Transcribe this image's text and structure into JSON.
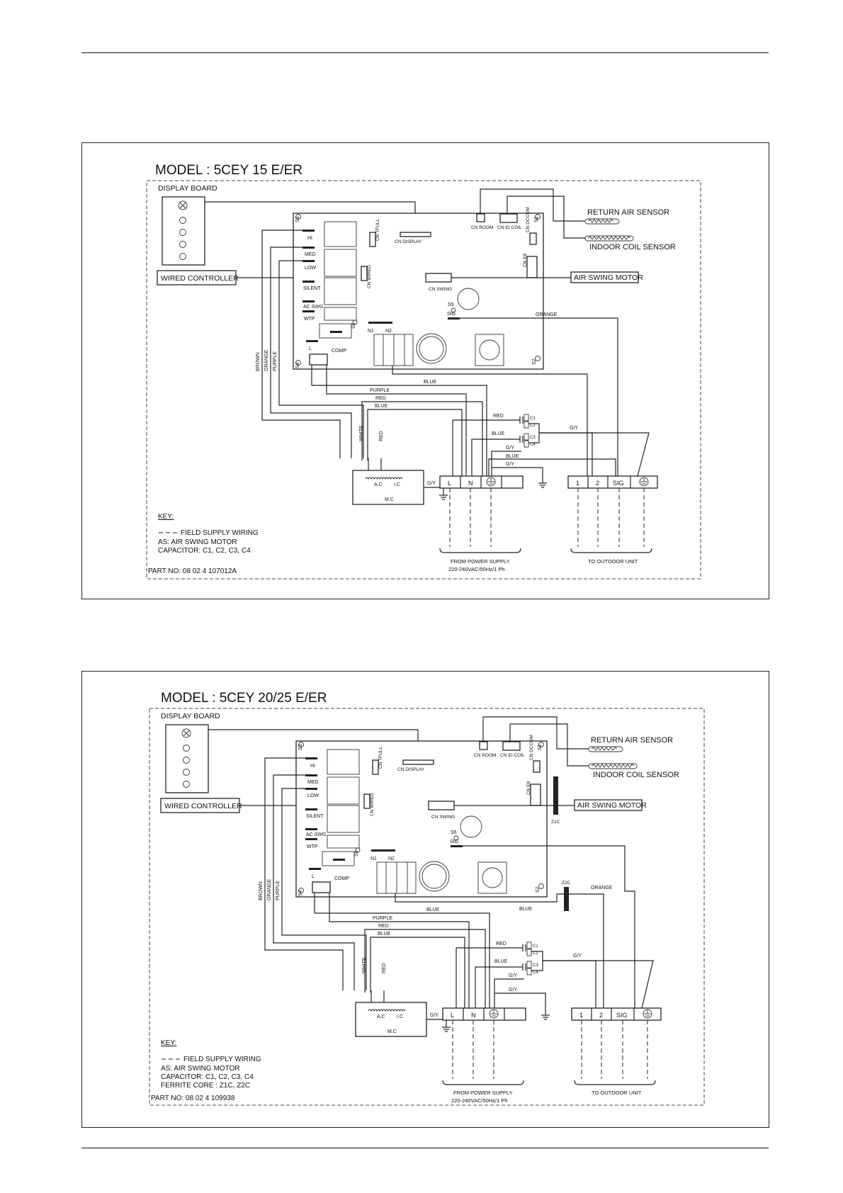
{
  "diagrams": [
    {
      "model": "MODEL : 5CEY 15 E/ER",
      "display_board": "DISPLAY BOARD",
      "wired_controller": "WIRED CONTROLLER",
      "return_air_sensor": "RETURN AIR SENSOR",
      "indoor_coil_sensor": "INDOOR COIL SENSOR",
      "air_swing_motor": "AIR SWING MOTOR",
      "pcb_labels": {
        "hi": "HI",
        "med": "MED",
        "low": "LOW",
        "silent": "SILENT",
        "ac_swg": "AC SWG",
        "wtp": "WTP",
        "comp": "COMP",
        "l": "L",
        "n1": "N1",
        "n2": "N2",
        "sig": "SIG",
        "s1": "S1",
        "s2": "S2",
        "s3": "S3",
        "s4": "S4",
        "s5": "S5",
        "s6": "S6",
        "cn_display": "CN DISPLAY",
        "cn_room": "CN ROOM",
        "cn_id_coil": "CN ID COIL",
        "cn_dccom": "CN DCCOM",
        "cn_e8": "CN E8",
        "cn_swing": "CN SWING",
        "cn_tfull": "CN TFULL",
        "cn_wired": "CN WIRED"
      },
      "wire_labels": {
        "brown": "BROWN",
        "orange": "ORANGE",
        "purple": "PURPLE",
        "blue": "BLUE",
        "red": "RED",
        "white": "WHITE",
        "gy": "G/Y"
      },
      "capacitors": [
        "C1",
        "C2",
        "C3",
        "C4"
      ],
      "motor": {
        "ac": "A.C",
        "ic": "I.C",
        "name": "M.C"
      },
      "power_terminals": [
        "L",
        "N"
      ],
      "outdoor_terminals": [
        "1",
        "2",
        "SIG"
      ],
      "from_power_supply": "FROM POWER SUPPLY",
      "power_spec": "220-240VAC/50Hz/1 Ph",
      "to_outdoor_unit": "TO OUTDOOR UNIT",
      "key_title": "KEY:",
      "key_lines": [
        "FIELD SUPPLY WIRING",
        "AS: AIR SWING MOTOR",
        "CAPACITOR: C1, C2, C3, C4"
      ],
      "part_no": "PART NO: 08 02 4 107012A"
    },
    {
      "model": "MODEL : 5CEY 20/25 E/ER",
      "display_board": "DISPLAY BOARD",
      "wired_controller": "WIRED CONTROLLER",
      "return_air_sensor": "RETURN AIR SENSOR",
      "indoor_coil_sensor": "INDOOR COIL SENSOR",
      "air_swing_motor": "AIR SWING MOTOR",
      "pcb_labels": {
        "hi": "HI",
        "med": "MED",
        "low": "LOW",
        "silent": "SILENT",
        "ac_swg": "AC SWG",
        "wtp": "WTP",
        "comp": "COMP",
        "l": "L",
        "n1": "N1",
        "n2": "N2",
        "sig": "SIG",
        "s1": "S1",
        "s2": "S2",
        "s3": "S3",
        "s4": "S4",
        "s5": "S5",
        "s6": "S6",
        "cn_display": "CN DISPLAY",
        "cn_room": "CN ROOM",
        "cn_id_coil": "CN ID COIL",
        "cn_dccom": "CN DCCOM",
        "cn_e8": "CN E8",
        "cn_swing": "CN SWING",
        "cn_tfull": "CN TFULL",
        "cn_wired": "CN WIRED"
      },
      "wire_labels": {
        "brown": "BROWN",
        "orange": "ORANGE",
        "purple": "PURPLE",
        "blue": "BLUE",
        "red": "RED",
        "white": "WHITE",
        "gy": "G/Y"
      },
      "capacitors": [
        "C1",
        "C2",
        "C3",
        "C4"
      ],
      "motor": {
        "ac": "A.C",
        "ic": "I.C",
        "name": "M.C"
      },
      "ferrite_labels": [
        "Z1C",
        "Z2C"
      ],
      "power_terminals": [
        "L",
        "N"
      ],
      "outdoor_terminals": [
        "1",
        "2",
        "SIG"
      ],
      "from_power_supply": "FROM POWER SUPPLY",
      "power_spec": "220-240VAC/50Hz/1 Ph",
      "to_outdoor_unit": "TO OUTDOOR UNIT",
      "key_title": "KEY:",
      "key_lines": [
        "FIELD SUPPLY WIRING",
        "AS: AIR SWING MOTOR",
        "CAPACITOR: C1, C2, C3, C4",
        "FERRITE CORE : Z1C, Z2C"
      ],
      "part_no": "PART NO: 08 02 4 109938"
    }
  ]
}
